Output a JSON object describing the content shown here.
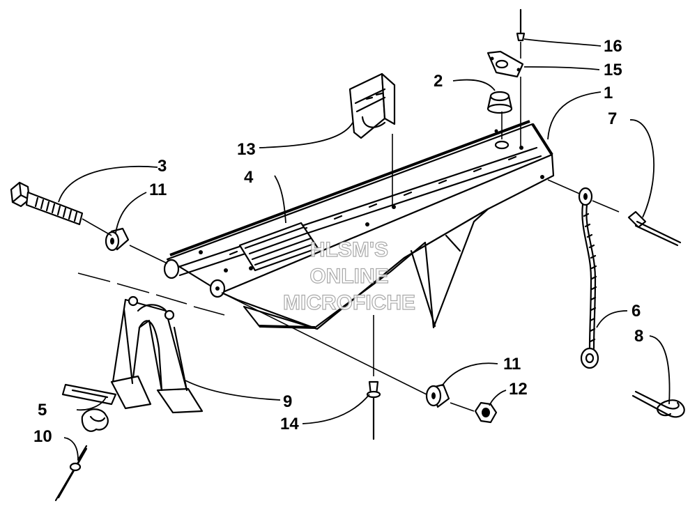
{
  "callouts": [
    {
      "id": "c1",
      "number": "1"
    },
    {
      "id": "c2",
      "number": "2"
    },
    {
      "id": "c3",
      "number": "3"
    },
    {
      "id": "c4",
      "number": "4"
    },
    {
      "id": "c5",
      "number": "5"
    },
    {
      "id": "c6",
      "number": "6"
    },
    {
      "id": "c7",
      "number": "7"
    },
    {
      "id": "c8",
      "number": "8"
    },
    {
      "id": "c9",
      "number": "9"
    },
    {
      "id": "c10",
      "number": "10"
    },
    {
      "id": "c11a",
      "number": "11"
    },
    {
      "id": "c11b",
      "number": "11"
    },
    {
      "id": "c12",
      "number": "12"
    },
    {
      "id": "c13",
      "number": "13"
    },
    {
      "id": "c14",
      "number": "14"
    },
    {
      "id": "c15",
      "number": "15"
    },
    {
      "id": "c16",
      "number": "16"
    }
  ],
  "watermark": {
    "line1": "HLSM'S",
    "line2": "ONLINE",
    "line3": "MICROFICHE"
  }
}
